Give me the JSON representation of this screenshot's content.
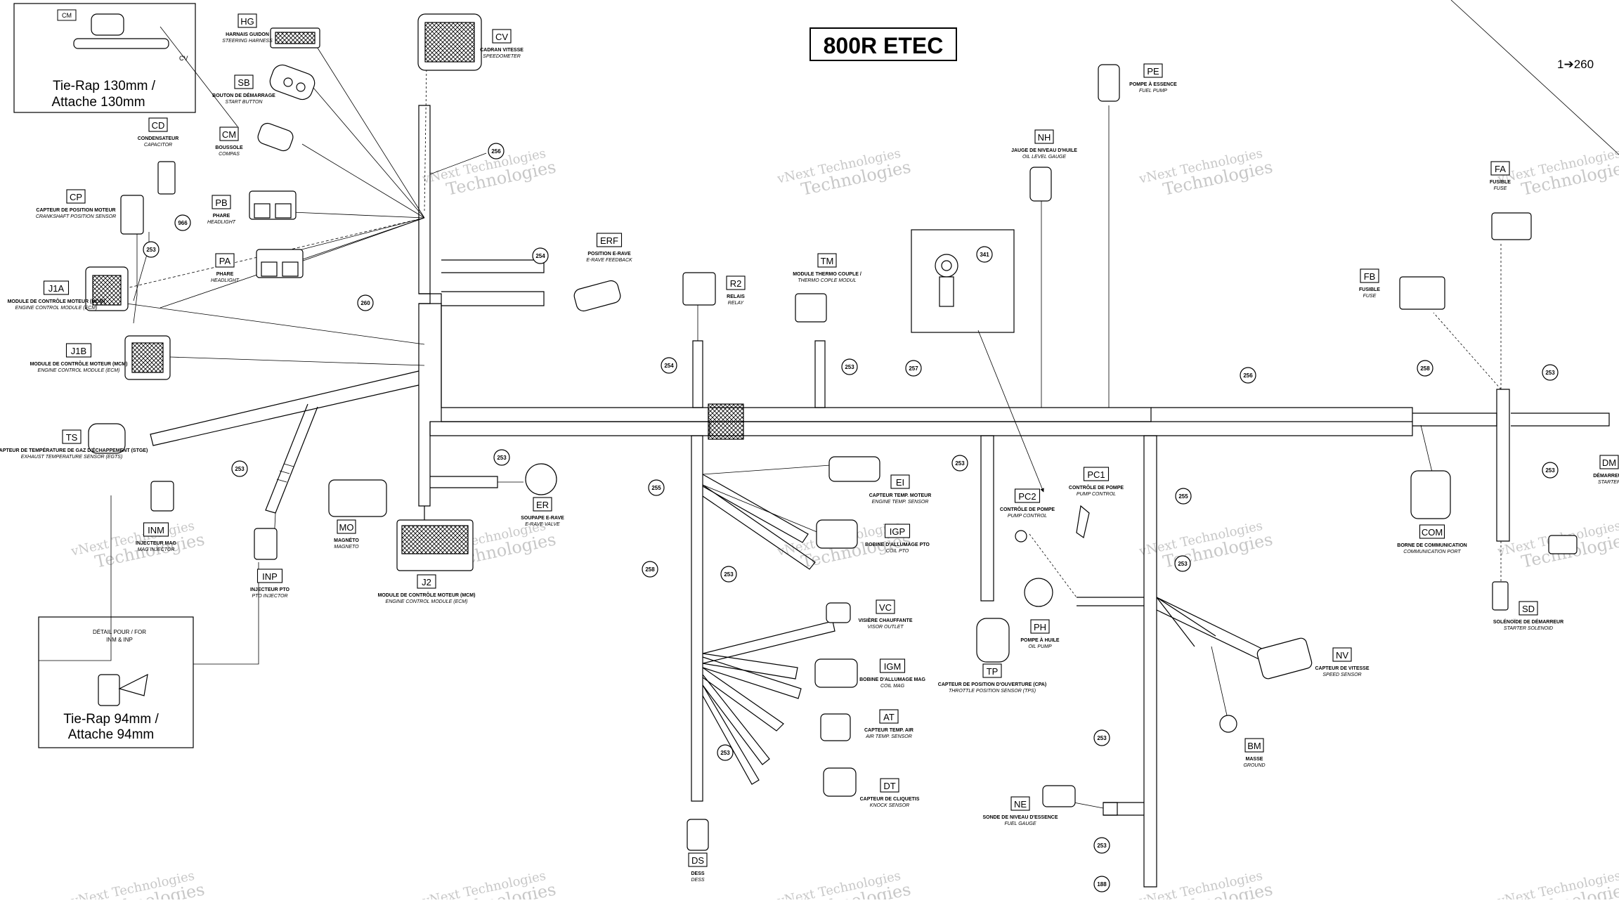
{
  "title": "800R ETEC",
  "page_ref": "1➔260",
  "watermark": {
    "line1": "vNext Technologies",
    "line2": "Technologies"
  },
  "details": [
    {
      "id": "detail-cm",
      "tag": "CM",
      "label_lines": [
        "Tie-Rap 130mm /",
        "Attache 130mm"
      ],
      "arrow_label": "CV"
    },
    {
      "id": "detail-inm-inp",
      "caption_lines": [
        "DÉTAIL POUR / FOR",
        "INM & INP"
      ],
      "label_lines": [
        "Tie-Rap 94mm /",
        "Attache 94mm"
      ]
    }
  ],
  "components": [
    {
      "code": "HG",
      "fr": "HARNAIS GUIDON",
      "en": "STEERING HARNESS"
    },
    {
      "code": "SB",
      "fr": "BOUTON DE DÉMARRAGE",
      "en": "START BUTTON"
    },
    {
      "code": "CM",
      "fr": "BOUSSOLE",
      "en": "COMPAS"
    },
    {
      "code": "CD",
      "fr": "CONDENSATEUR",
      "en": "CAPACITOR"
    },
    {
      "code": "CP",
      "fr": "CAPTEUR DE POSITION MOTEUR",
      "en": "CRANKSHAFT POSITION SENSOR"
    },
    {
      "code": "PB",
      "fr": "PHARE",
      "en": "HEADLIGHT"
    },
    {
      "code": "PA",
      "fr": "PHARE",
      "en": "HEADLIGHT"
    },
    {
      "code": "J1A",
      "fr": "MODULE DE CONTRÔLE MOTEUR (MCM)",
      "en": "ENGINE CONTROL MODULE (ECM)"
    },
    {
      "code": "J1B",
      "fr": "MODULE DE CONTRÔLE MOTEUR (MCM)",
      "en": "ENGINE CONTROL MODULE (ECM)"
    },
    {
      "code": "TS",
      "fr": "CAPTEUR DE TEMPÉRATURE DE GAZ D'ÉCHAPPEMENT (STGE)",
      "en": "EXHAUST TEMPERATURE SENSOR (EGTS)"
    },
    {
      "code": "INM",
      "fr": "INJECTEUR MAG",
      "en": "MAG INJECTOR"
    },
    {
      "code": "INP",
      "fr": "INJECTEUR PTO",
      "en": "PTO INJECTOR"
    },
    {
      "code": "CV",
      "fr": "CADRAN VITESSE",
      "en": "SPEEDOMETER"
    },
    {
      "code": "ERF",
      "fr": "POSITION E-RAVE",
      "en": "E-RAVE FEEDBACK"
    },
    {
      "code": "MO",
      "fr": "MAGNÉTO",
      "en": "MAGNETO"
    },
    {
      "code": "J2",
      "fr": "MODULE DE CONTRÔLE MOTEUR (MCM)",
      "en": "ENGINE CONTROL MODULE (ECM)"
    },
    {
      "code": "ER",
      "fr": "SOUPAPE E-RAVE",
      "en": "E-RAVE VALVE"
    },
    {
      "code": "R2",
      "fr": "RELAIS",
      "en": "RELAY"
    },
    {
      "code": "TM",
      "fr": "MODULE THERMO COUPLE /",
      "en": "THERMO COPLE MODUL"
    },
    {
      "code": "PE",
      "fr": "POMPE À ESSENCE",
      "en": "FUEL PUMP"
    },
    {
      "code": "NH",
      "fr": "JAUGE DE NIVEAU D'HUILE",
      "en": "OIL LEVEL GAUGE"
    },
    {
      "code": "FA",
      "fr": "FUSIBLE",
      "en": "FUSE"
    },
    {
      "code": "FB",
      "fr": "FUSIBLE",
      "en": "FUSE"
    },
    {
      "code": "EI",
      "fr": "CAPTEUR TEMP. MOTEUR",
      "en": "ENGINE TEMP. SENSOR"
    },
    {
      "code": "IGP",
      "fr": "BOBINE D'ALLUMAGE PTO",
      "en": "COIL PTO"
    },
    {
      "code": "VC",
      "fr": "VISIÈRE CHAUFFANTE",
      "en": "VISOR OUTLET"
    },
    {
      "code": "IGM",
      "fr": "BOBINE D'ALLUMAGE MAG",
      "en": "COIL MAG"
    },
    {
      "code": "AT",
      "fr": "CAPTEUR TEMP. AIR",
      "en": "AIR TEMP. SENSOR"
    },
    {
      "code": "DT",
      "fr": "CAPTEUR DE CLIQUETIS",
      "en": "KNOCK SENSOR"
    },
    {
      "code": "DS",
      "fr": "DESS",
      "en": "DESS"
    },
    {
      "code": "PC2",
      "fr": "CONTRÔLE DE POMPE",
      "en": "PUMP CONTROL"
    },
    {
      "code": "PC1",
      "fr": "CONTRÔLE DE POMPE",
      "en": "PUMP CONTROL"
    },
    {
      "code": "PH",
      "fr": "POMPE À HUILE",
      "en": "OIL PUMP"
    },
    {
      "code": "TP",
      "fr": "CAPTEUR DE POSITION D'OUVERTURE (CPA)",
      "en": "THROTTLE POSITION SENSOR (TPS)"
    },
    {
      "code": "COM",
      "fr": "BORNE DE COMMUNICATION",
      "en": "COMMUNICATION PORT"
    },
    {
      "code": "NV",
      "fr": "CAPTEUR DE VITESSE",
      "en": "SPEED SENSOR"
    },
    {
      "code": "BM",
      "fr": "MASSE",
      "en": "GROUND"
    },
    {
      "code": "SD",
      "fr": "SOLÉNOÏDE DE DÉMARREUR",
      "en": "STARTER SOLENOID"
    },
    {
      "code": "NE",
      "fr": "SONDE DE NIVEAU D'ESSENCE",
      "en": "FUEL GAUGE"
    },
    {
      "code": "DM",
      "fr": "DÉMARREUR",
      "en": "STARTER"
    }
  ],
  "callouts": [
    {
      "id": "c256a",
      "num": "256"
    },
    {
      "id": "c966",
      "num": "966"
    },
    {
      "id": "c253a",
      "num": "253"
    },
    {
      "id": "c260",
      "num": "260"
    },
    {
      "id": "c254a",
      "num": "254"
    },
    {
      "id": "c253b",
      "num": "253"
    },
    {
      "id": "c253c",
      "num": "253"
    },
    {
      "id": "c254b",
      "num": "254"
    },
    {
      "id": "c253d",
      "num": "253"
    },
    {
      "id": "c257",
      "num": "257"
    },
    {
      "id": "c341",
      "num": "341"
    },
    {
      "id": "c256b",
      "num": "256"
    },
    {
      "id": "c258a",
      "num": "258"
    },
    {
      "id": "c253e",
      "num": "253"
    },
    {
      "id": "c253f",
      "num": "253"
    },
    {
      "id": "c255a",
      "num": "255"
    },
    {
      "id": "c258b",
      "num": "258"
    },
    {
      "id": "c253g",
      "num": "253"
    },
    {
      "id": "c253h",
      "num": "253"
    },
    {
      "id": "c253i",
      "num": "253"
    },
    {
      "id": "c255b",
      "num": "255"
    },
    {
      "id": "c253j",
      "num": "253"
    },
    {
      "id": "c253k",
      "num": "253"
    },
    {
      "id": "c253l",
      "num": "253"
    },
    {
      "id": "c188",
      "num": "188"
    }
  ]
}
